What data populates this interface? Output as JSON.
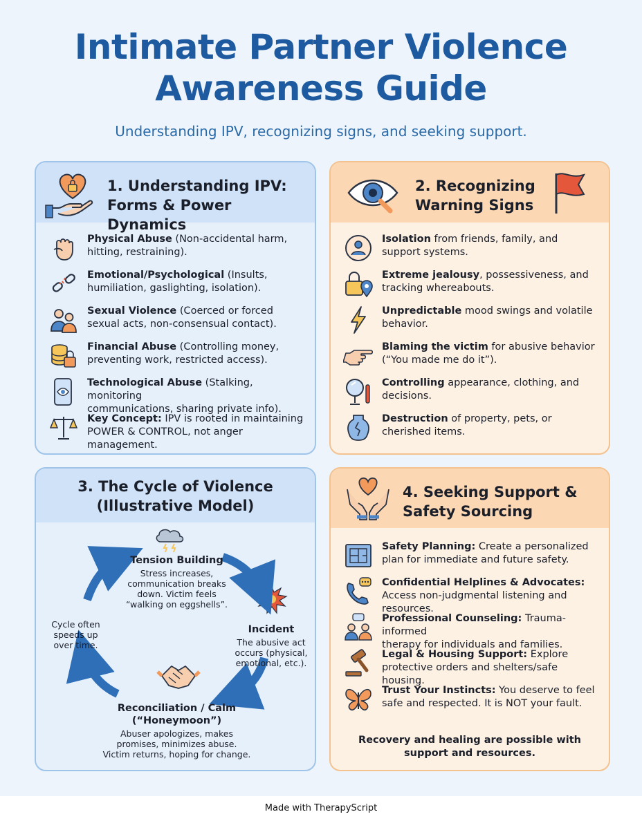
{
  "title_line1": "Intimate Partner Violence",
  "title_line2": "Awareness Guide",
  "subtitle": "Understanding IPV, recognizing signs, and seeking support.",
  "colors": {
    "title": "#1d5aa0",
    "blue_card": "#e6f0fb",
    "orange_card": "#fdf1e4",
    "arrow": "#2f6fb8"
  },
  "section1": {
    "title_line1": "1. Understanding IPV:",
    "title_line2": "Forms & Power Dynamics",
    "items": [
      {
        "icon": "fist-icon",
        "bold": "Physical Abuse",
        "rest_line1": " (Non-accidental harm,",
        "line2": "hitting, restraining)."
      },
      {
        "icon": "broken-chain-icon",
        "bold": "Emotional/Psychological",
        "rest_line1": " (Insults,",
        "line2": "humiliation, gaslighting, isolation)."
      },
      {
        "icon": "people-icon",
        "bold": "Sexual Violence",
        "rest_line1": " (Coerced or forced",
        "line2": "sexual acts, non-consensual contact)."
      },
      {
        "icon": "coins-lock-icon",
        "bold": "Financial Abuse",
        "rest_line1": " (Controlling money,",
        "line2": "preventing work, restricted access)."
      },
      {
        "icon": "phone-eye-icon",
        "bold": "Technological Abuse",
        "rest_line1": " (Stalking, monitoring",
        "line2": "communications, sharing private info)."
      },
      {
        "icon": "scales-icon",
        "bold": "Key Concept:",
        "rest_line1": " IPV is rooted in maintaining",
        "line2": "POWER & CONTROL, not anger management."
      }
    ]
  },
  "section2": {
    "title_line1": "2. Recognizing",
    "title_line2": "Warning Signs",
    "items": [
      {
        "icon": "isolated-person-icon",
        "bold": "Isolation",
        "rest_line1": " from friends, family, and",
        "line2": "support systems."
      },
      {
        "icon": "padlock-location-icon",
        "bold": "Extreme jealousy",
        "rest_line1": ", possessiveness, and",
        "line2": "tracking whereabouts."
      },
      {
        "icon": "lightning-icon",
        "bold": "Unpredictable",
        "rest_line1": " mood swings and volatile",
        "line2": "behavior."
      },
      {
        "icon": "pointing-hand-icon",
        "bold": "Blaming the victim",
        "rest_line1": " for abusive behavior",
        "line2": "(“You made me do it”)."
      },
      {
        "icon": "mirror-icon",
        "bold": "Controlling",
        "rest_line1": " appearance, clothing, and",
        "line2": "decisions."
      },
      {
        "icon": "broken-vase-icon",
        "bold": "Destruction",
        "rest_line1": " of property, pets, or",
        "line2": "cherished items."
      }
    ]
  },
  "section3": {
    "title_line1": "3. The Cycle of Violence",
    "title_line2": "(Illustrative Model)",
    "tension": {
      "head": "Tension Building",
      "l1": "Stress increases,",
      "l2": "communication breaks",
      "l3": "down. Victim feels",
      "l4": "“walking on eggshells”."
    },
    "incident": {
      "head": "Incident",
      "l1": "The abusive act",
      "l2": "occurs (physical,",
      "l3": "emotional, etc.)."
    },
    "reconciliation": {
      "head1": "Reconciliation / Calm",
      "head2": "(“Honeymoon”)",
      "l1": "Abuser apologizes, makes",
      "l2": "promises, minimizes abuse.",
      "l3": "Victim returns, hoping for change."
    },
    "cycle_note": {
      "l1": "Cycle often",
      "l2": "speeds up",
      "l3": "over time."
    }
  },
  "section4": {
    "title_line1": "4. Seeking Support &",
    "title_line2": "Safety Sourcing",
    "items": [
      {
        "icon": "blueprint-icon",
        "bold": "Safety Planning:",
        "rest_line1": " Create a personalized",
        "line2": "plan for immediate and future safety."
      },
      {
        "icon": "phone-chat-icon",
        "bold": "Confidential Helplines & Advocates:",
        "rest_line1": "",
        "line2": "Access non-judgmental listening and resources."
      },
      {
        "icon": "counseling-icon",
        "bold": "Professional Counseling:",
        "rest_line1": " Trauma-informed",
        "line2": "therapy for individuals and families."
      },
      {
        "icon": "gavel-icon",
        "bold": "Legal & Housing Support:",
        "rest_line1": " Explore",
        "line2": "protective orders and shelters/safe housing."
      },
      {
        "icon": "butterfly-icon",
        "bold": "Trust Your Instincts:",
        "rest_line1": " You deserve to feel",
        "line2": "safe and respected. It is NOT your fault."
      }
    ],
    "closing_line1": "Recovery and healing are possible with",
    "closing_line2": "support and resources."
  },
  "footer": "Made with TherapyScript"
}
